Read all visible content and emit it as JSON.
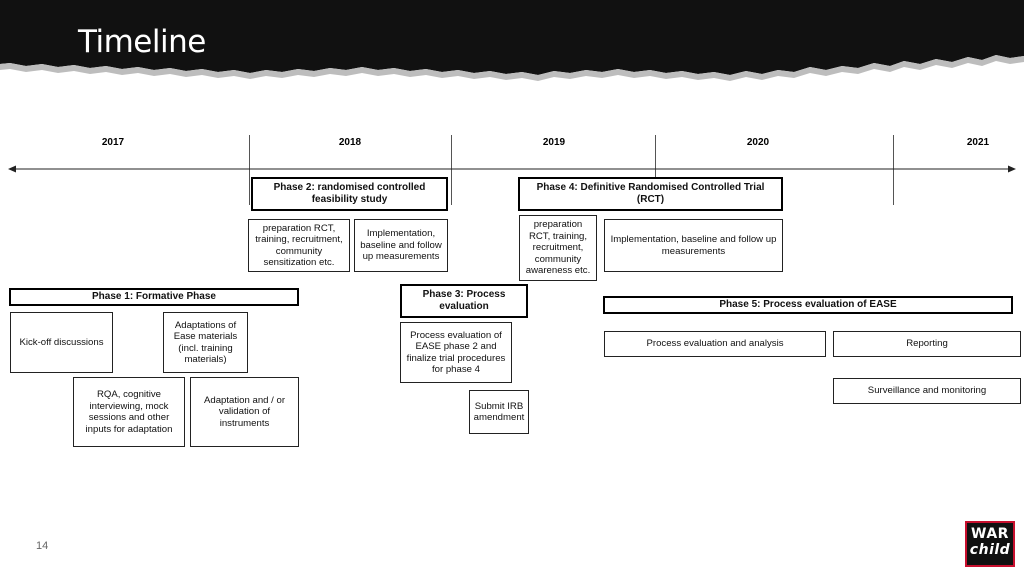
{
  "slide": {
    "title": "Timeline",
    "page_number": "14",
    "logo": {
      "line1": "WAR",
      "line2": "child"
    }
  },
  "timeline": {
    "years": [
      "2017",
      "2018",
      "2019",
      "2020",
      "2021"
    ],
    "phases": {
      "phase1": "Phase 1: Formative Phase",
      "phase2": "Phase 2: randomised controlled feasibility study",
      "phase3": "Phase 3: Process evaluation",
      "phase4": "Phase 4: Definitive Randomised Controlled Trial (RCT)",
      "phase5": "Phase 5: Process evaluation of EASE"
    },
    "activities": {
      "p1_kickoff": "Kick-off discussions",
      "p1_adaptations": "Adaptations of Ease materials (incl. training materials)",
      "p1_rqa": "RQA, cognitive interviewing, mock sessions and other inputs for adaptation",
      "p1_instruments": "Adaptation and / or validation of instruments",
      "p2_preparation": "preparation RCT, training, recruitment, community sensitization etc.",
      "p2_implementation": "Implementation, baseline and follow up measurements",
      "p3_process": "Process evaluation of EASE phase 2 and finalize trial procedures for phase 4",
      "p3_irb": "Submit IRB amendment",
      "p4_preparation": "preparation RCT, training, recruitment, community awareness etc.",
      "p4_implementation": "Implementation, baseline and follow up measurements",
      "p5_process": "Process evaluation and analysis",
      "p5_reporting": "Reporting",
      "p5_surveillance": "Surveillance and monitoring"
    }
  }
}
